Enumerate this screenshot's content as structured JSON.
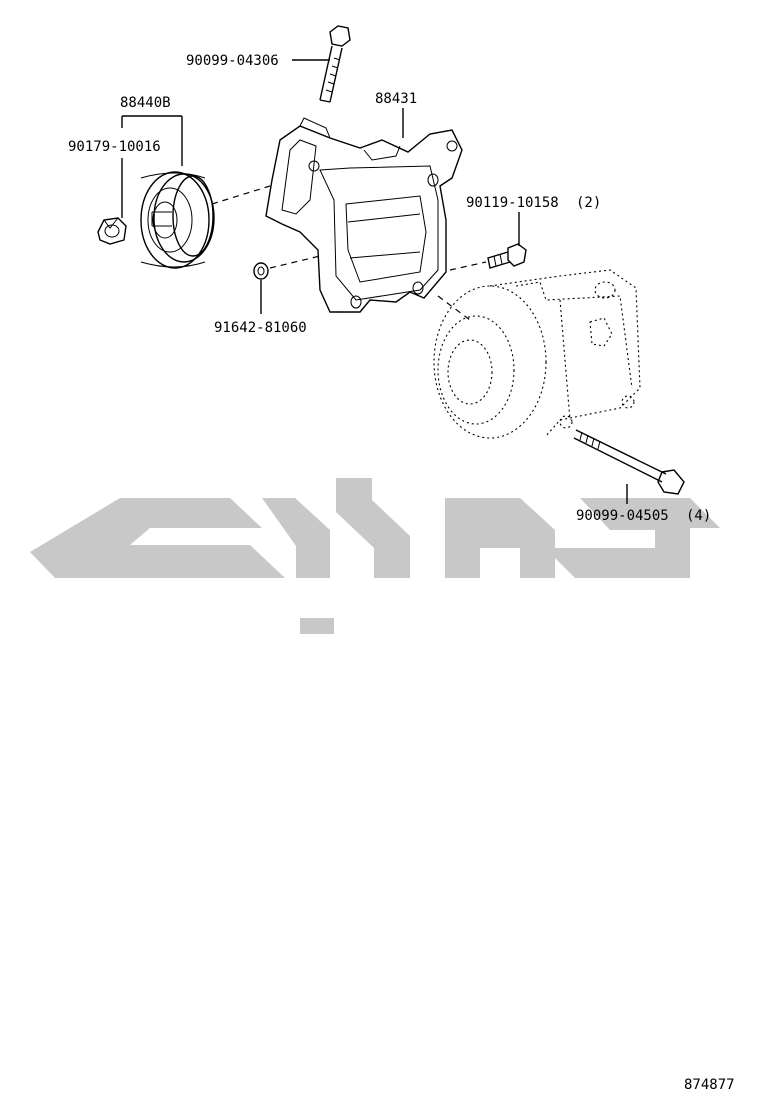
{
  "diagram": {
    "parts": [
      {
        "id": "bolt_top",
        "number": "90099-04306"
      },
      {
        "id": "pulley_assy",
        "number": "88440B"
      },
      {
        "id": "nut",
        "number": "90179-10016"
      },
      {
        "id": "bracket",
        "number": "88431"
      },
      {
        "id": "bolt_short",
        "number": "90119-10158",
        "qty": "(2)"
      },
      {
        "id": "pin",
        "number": "91642-81060"
      },
      {
        "id": "bolt_long",
        "number": "90099-04505",
        "qty": "(4)"
      }
    ],
    "illustration_id": "874877",
    "colors": {
      "line": "#000000",
      "watermark": "#c8c8c8",
      "background": "#ffffff"
    }
  }
}
